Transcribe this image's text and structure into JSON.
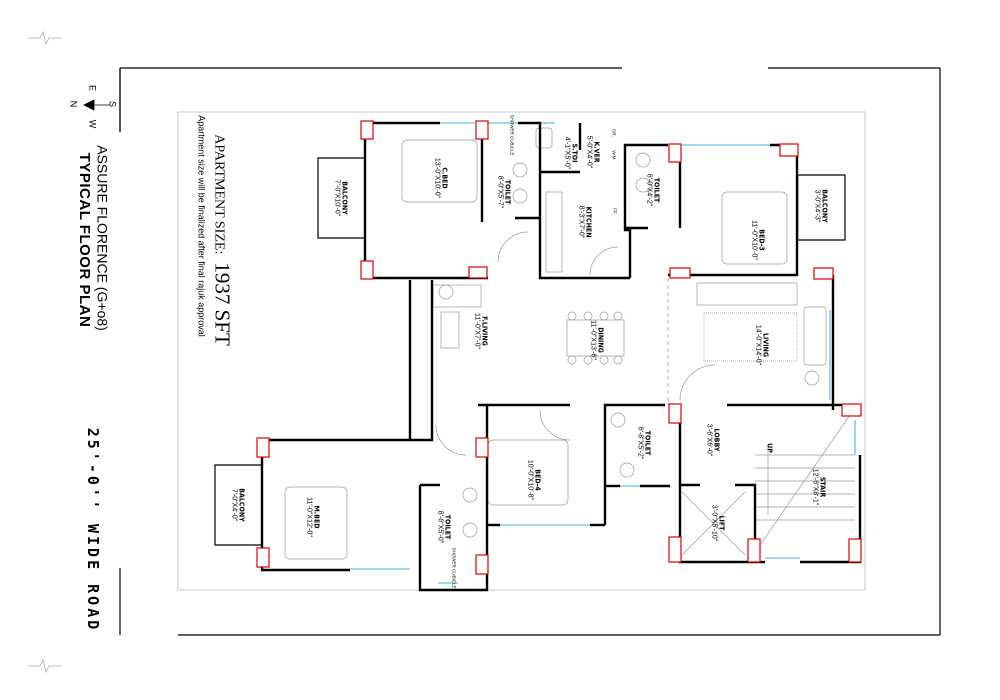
{
  "project": {
    "name": "ASSURE FLORENCE (G+o8)",
    "plan_title": "TYPICAL FLOOR PLAN",
    "road_label": "25'-0'' WIDE ROAD",
    "apartment_size_label": "APARTMENT SIZE:",
    "apartment_size_value": "1937 SFT",
    "note": "Apartment size will be finalized after final rajuk approval"
  },
  "compass": {
    "n": "N",
    "s": "S",
    "e": "E",
    "w": "W"
  },
  "rooms": {
    "balcony_top_left": {
      "name": "BALCONY",
      "size": "7'-0\"X10'-0\""
    },
    "c_bed": {
      "name": "C.BED",
      "size": "13'-0\"X10'-0\""
    },
    "toilet_1": {
      "name": "TOILET",
      "size": "8'-0\"X5'-7\""
    },
    "shower_1": {
      "name": "SHOWER CUBICLE"
    },
    "s_toi": {
      "name": "S.TOI",
      "size": "4'-1\"X5'-0\""
    },
    "k_ver": {
      "name": "K.VER",
      "size": "5'-0\"X4'-0\""
    },
    "dr": {
      "name": "DR."
    },
    "wm": {
      "name": "W.M"
    },
    "ff": {
      "name": "FF"
    },
    "kitchen": {
      "name": "KITCHEN",
      "size": "8'-3\"X7'-0\""
    },
    "toilet_2": {
      "name": "TOILET",
      "size": "6'-0\"X4'-2\""
    },
    "bed_3": {
      "name": "BED-3",
      "size": "11'-0\"X10'-0\""
    },
    "balcony_right": {
      "name": "BALCONY",
      "size": "3'-0\"X4'-3\""
    },
    "living": {
      "name": "LIVING",
      "size": "14'-0\"X14'-0\""
    },
    "f_living": {
      "name": "F.LIVING",
      "size": "11'-0\"X7'-0\""
    },
    "dining": {
      "name": "DINING",
      "size": "11'-0\"X13'-6\""
    },
    "toilet_3": {
      "name": "TOILET",
      "size": "6'-8\"X5'-2\""
    },
    "lobby": {
      "name": "LOBBY",
      "size": "3'-6\"X6'-0\""
    },
    "up": {
      "name": "UP"
    },
    "stair": {
      "name": "STAIR",
      "size": "12'-6\"X8'-1\""
    },
    "lift": {
      "name": "LIFT",
      "size": "3'-0\"X5'-10\""
    },
    "bed_4": {
      "name": "BED-4",
      "size": "10'-0\"X10'-8\""
    },
    "m_bed": {
      "name": "M.BED",
      "size": "11'-0\"X12'-0\""
    },
    "toilet_4": {
      "name": "TOILET",
      "size": "8'-6\"X5'-0\""
    },
    "shower_2": {
      "name": "SHOWER CUBICLE"
    },
    "balcony_left": {
      "name": "BALCONY",
      "size": "7'-0\"X4'-0\""
    }
  },
  "colors": {
    "wall": "#000000",
    "column": "#e00000",
    "window": "#8fd3ee",
    "furniture": "#9a9a9a"
  }
}
